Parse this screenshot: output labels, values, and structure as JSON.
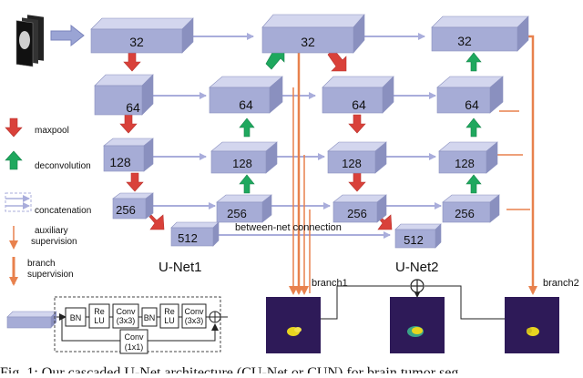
{
  "blocks": {
    "u1_32": "32",
    "u1_64": "64",
    "u1_128": "128",
    "u1_256": "256",
    "u1_512": "512",
    "d1_256": "256",
    "d1_128": "128",
    "d1_64": "64",
    "d1_32": "32",
    "u2_64": "64",
    "u2_128": "128",
    "u2_256": "256",
    "u2_512": "512",
    "d2_256": "256",
    "d2_128": "128",
    "d2_64": "64",
    "d2_32": "32"
  },
  "labels": {
    "unet1": "U-Net1",
    "unet2": "U-Net2",
    "between": "between-net connection",
    "branch1": "branch1",
    "branch2": "branch2"
  },
  "legend": {
    "maxpool": "maxpool",
    "deconvolution": "deconvolution",
    "concatenation": "concatenation",
    "aux_line1": "auxiliary",
    "aux_line2": "supervision",
    "branch_line1": "branch",
    "branch_line2": "supervision"
  },
  "resblock": {
    "bn1": "BN",
    "relu1_a": "Re",
    "relu1_b": "LU",
    "conv1_a": "Conv",
    "conv1_b": "(3x3)",
    "bn2": "BN",
    "relu2_a": "Re",
    "relu2_b": "LU",
    "conv2_a": "Conv",
    "conv2_b": "(3x3)",
    "conv3_a": "Conv",
    "conv3_b": "(1x1)"
  },
  "caption": "Fig. 1: Our cascaded U-Net architecture (CU-Net or CUN) for brain tumor seg",
  "colors": {
    "block_front": "#a6acd6",
    "block_top": "#d3d6ee",
    "block_side": "#8a90bf",
    "maxpool_arrow": "#d9413a",
    "deconv_arrow": "#1fa85e",
    "skip_arrow": "#a9addb",
    "supervision": "#e8814d",
    "output_bg": "#2e1a58",
    "tumor": "#e8d51f"
  }
}
